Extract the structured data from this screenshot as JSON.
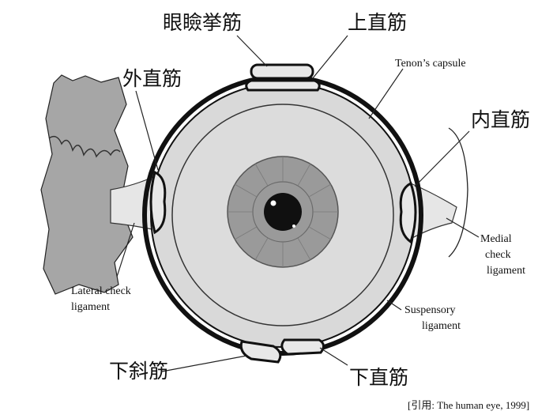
{
  "labels": {
    "levator": "眼瞼挙筋",
    "superior_rectus": "上直筋",
    "lateral_rectus": "外直筋",
    "medial_rectus": "内直筋",
    "inferior_oblique": "下斜筋",
    "inferior_rectus": "下直筋",
    "tenons_capsule": "Tenon’s capsule",
    "lateral_check_line1": "Lateral check",
    "lateral_check_line2": "ligament",
    "medial_check_line1": "Medial",
    "medial_check_line2": "check",
    "medial_check_line3": "ligament",
    "suspensory_line1": "Suspensory",
    "suspensory_line2": "ligament"
  },
  "citation": "[引用: The human eye, 1999]",
  "colors": {
    "sclera": "#d9d9d9",
    "iris": "#9a9a9a",
    "pupil": "#101010",
    "bone": "#a6a6a6",
    "muscle": "#e8e8e8",
    "outline": "#111111"
  }
}
